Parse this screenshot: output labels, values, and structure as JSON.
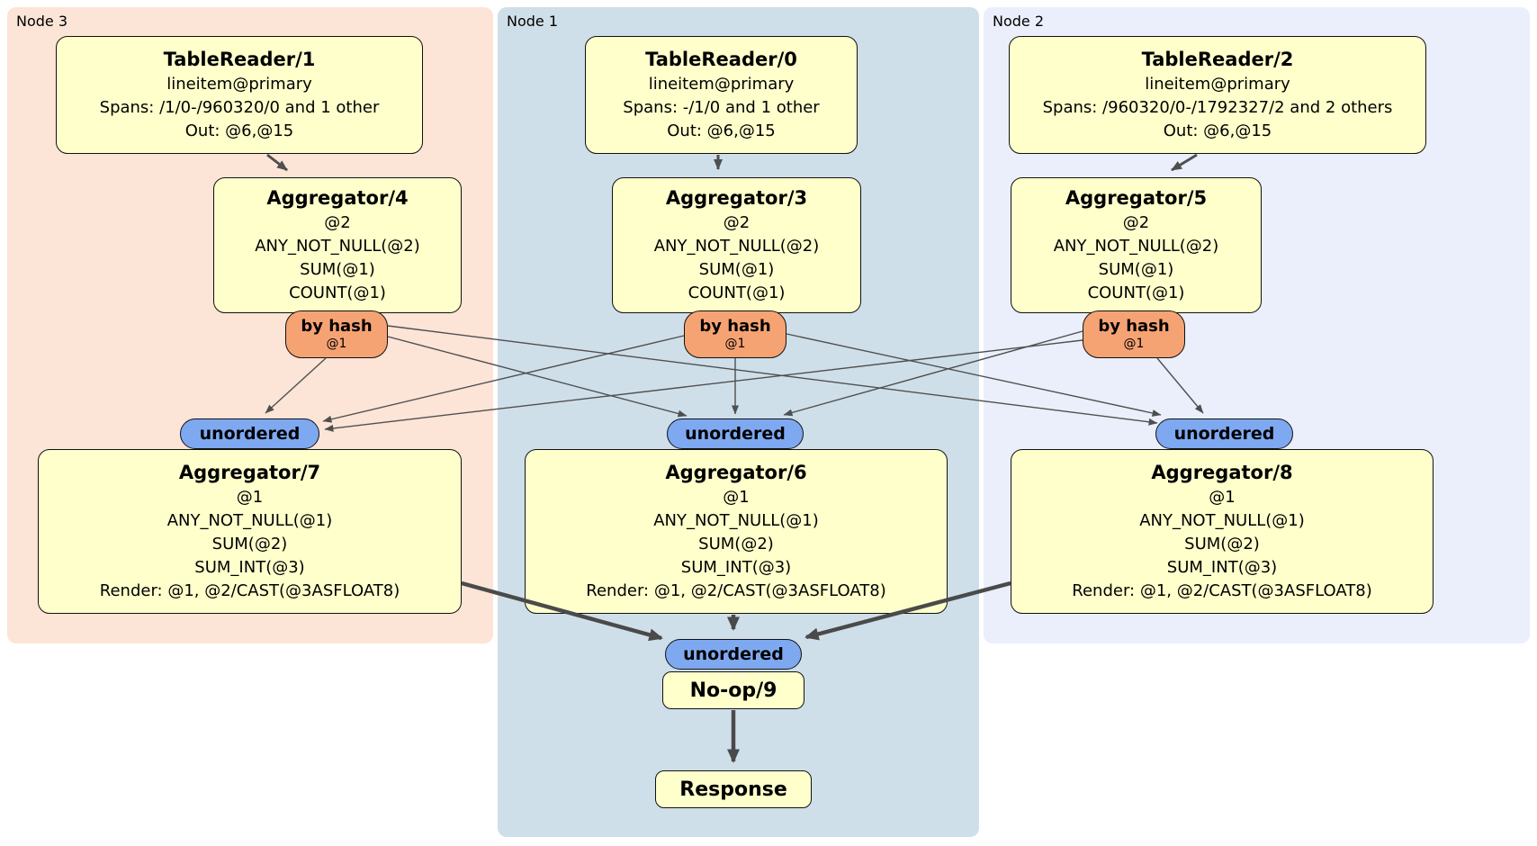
{
  "regions": [
    {
      "label": "Node 3"
    },
    {
      "label": "Node 1"
    },
    {
      "label": "Node 2"
    }
  ],
  "processors": {
    "tr1": {
      "title": "TableReader/1",
      "lines": [
        "lineitem@primary",
        "Spans: /1/0-/960320/0 and 1 other",
        "Out: @6,@15"
      ]
    },
    "tr0": {
      "title": "TableReader/0",
      "lines": [
        "lineitem@primary",
        "Spans: -/1/0 and 1 other",
        "Out: @6,@15"
      ]
    },
    "tr2": {
      "title": "TableReader/2",
      "lines": [
        "lineitem@primary",
        "Spans: /960320/0-/1792327/2 and 2 others",
        "Out: @6,@15"
      ]
    },
    "agg4": {
      "title": "Aggregator/4",
      "lines": [
        "@2",
        "ANY_NOT_NULL(@2)",
        "SUM(@1)",
        "COUNT(@1)"
      ]
    },
    "agg3": {
      "title": "Aggregator/3",
      "lines": [
        "@2",
        "ANY_NOT_NULL(@2)",
        "SUM(@1)",
        "COUNT(@1)"
      ]
    },
    "agg5": {
      "title": "Aggregator/5",
      "lines": [
        "@2",
        "ANY_NOT_NULL(@2)",
        "SUM(@1)",
        "COUNT(@1)"
      ]
    },
    "agg7": {
      "title": "Aggregator/7",
      "lines": [
        "@1",
        "ANY_NOT_NULL(@1)",
        "SUM(@2)",
        "SUM_INT(@3)",
        "Render: @1, @2/CAST(@3ASFLOAT8)"
      ]
    },
    "agg6": {
      "title": "Aggregator/6",
      "lines": [
        "@1",
        "ANY_NOT_NULL(@1)",
        "SUM(@2)",
        "SUM_INT(@3)",
        "Render: @1, @2/CAST(@3ASFLOAT8)"
      ]
    },
    "agg8": {
      "title": "Aggregator/8",
      "lines": [
        "@1",
        "ANY_NOT_NULL(@1)",
        "SUM(@2)",
        "SUM_INT(@3)",
        "Render: @1, @2/CAST(@3ASFLOAT8)"
      ]
    },
    "noop": {
      "title": "No-op/9"
    },
    "response": {
      "title": "Response"
    }
  },
  "router": {
    "label": "by hash",
    "detail": "@1"
  },
  "sync": {
    "label": "unordered"
  },
  "colors": {
    "node3_bg": "#fce4d7",
    "node1_bg": "#cfdfe9",
    "node2_bg": "#eaeffb",
    "box_fill": "#ffffcc",
    "router_fill": "#f6a374",
    "sync_fill": "#7ea9f1",
    "edge": "#4f4f4f"
  }
}
